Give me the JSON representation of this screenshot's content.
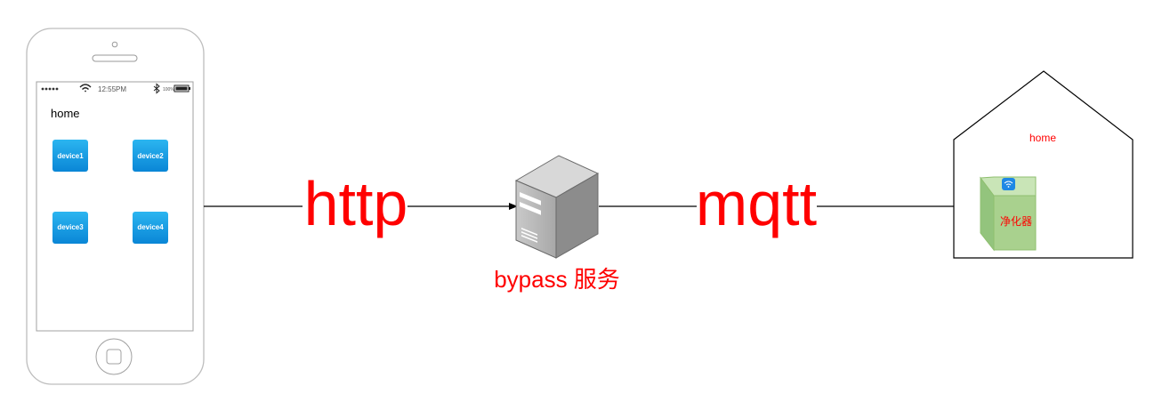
{
  "phone": {
    "screen_title": "home",
    "status_time": "12:55PM",
    "status_battery": "100%",
    "devices": [
      {
        "label": "device1"
      },
      {
        "label": "device2"
      },
      {
        "label": "device3"
      },
      {
        "label": "device4"
      }
    ]
  },
  "links": {
    "http_label": "http",
    "mqtt_label": "mqtt"
  },
  "server": {
    "label": "bypass 服务"
  },
  "house": {
    "label": "home",
    "appliance_label": "净化器"
  },
  "colors": {
    "accent_red": "#ff0000",
    "device_tile": "#0ea4ea",
    "appliance_green": "#a9d18e",
    "line": "#000000"
  }
}
